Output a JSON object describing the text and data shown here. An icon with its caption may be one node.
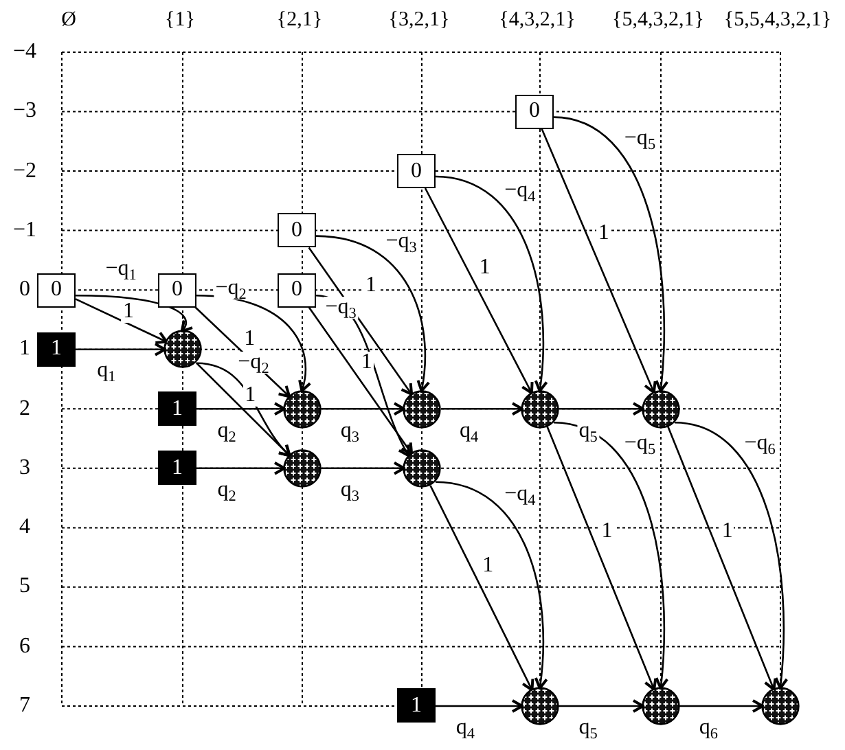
{
  "diagram": {
    "nodes": [
      {
        "text": [
          "0"
        ]
      },
      {
        "text": [
          "0"
        ]
      },
      {
        "text": [
          "0"
        ]
      },
      {
        "text": [
          "0"
        ]
      },
      {
        "text": [
          "0"
        ]
      },
      {
        "text": [
          "0"
        ]
      },
      {
        "text": [
          "1"
        ]
      },
      {
        "text": [],
        "shape": "circle"
      },
      {
        "text": [
          "1"
        ]
      },
      {
        "text": [],
        "shape": "circle"
      },
      {
        "text": [],
        "shape": "circle"
      },
      {
        "text": [],
        "shape": "circle"
      },
      {
        "text": [],
        "shape": "circle"
      },
      {
        "text": [
          "1"
        ]
      },
      {
        "text": [],
        "shape": "circle"
      },
      {
        "text": [],
        "shape": "circle"
      },
      {
        "text": [
          "1"
        ]
      },
      {
        "text": [],
        "shape": "circle"
      },
      {
        "text": [],
        "shape": "circle"
      },
      {
        "text": [],
        "shape": "circle"
      }
    ],
    "edges": [
      {
        "from": 3,
        "to": 7,
        "arrow": "to",
        "label": "1"
      },
      {
        "from": 3,
        "to": 7,
        "arrow": "to",
        "label": "−q$_{1}$"
      },
      {
        "from": 6,
        "to": 7,
        "arrow": "to",
        "label": "q$_{1}$"
      },
      {
        "from": 4,
        "to": 9,
        "arrow": "to",
        "label": "1"
      },
      {
        "from": 4,
        "to": 9,
        "arrow": "to",
        "label": "−q$_{2}$"
      },
      {
        "from": 7,
        "to": 14,
        "arrow": "to",
        "label": "1"
      },
      {
        "from": 7,
        "to": 14,
        "arrow": "to",
        "label": "−q$_{2}$"
      },
      {
        "from": 8,
        "to": 9,
        "arrow": "to",
        "label": "q$_{2}$"
      },
      {
        "from": 13,
        "to": 14,
        "arrow": "to",
        "label": "q$_{2}$"
      },
      {
        "from": 2,
        "to": 10,
        "arrow": "to",
        "label": "1"
      },
      {
        "from": 2,
        "to": 10,
        "arrow": "to",
        "label": "−q$_{3}$"
      },
      {
        "from": 5,
        "to": 15,
        "arrow": "to",
        "label": "1"
      },
      {
        "from": 5,
        "to": 15,
        "arrow": "to",
        "label": "−q$_{3}$"
      },
      {
        "from": 9,
        "to": 10,
        "arrow": "to",
        "label": "q$_{3}$"
      },
      {
        "from": 14,
        "to": 15,
        "arrow": "to",
        "label": "q$_{3}$"
      },
      {
        "from": 1,
        "to": 11,
        "arrow": "to",
        "label": "1"
      },
      {
        "from": 1,
        "to": 11,
        "arrow": "to",
        "label": "−q$_{4}$"
      },
      {
        "from": 10,
        "to": 11,
        "arrow": "to",
        "label": "q$_{4}$"
      },
      {
        "from": 15,
        "to": 17,
        "arrow": "to",
        "label": "1"
      },
      {
        "from": 15,
        "to": 17,
        "arrow": "to",
        "label": "−q$_{4}$"
      },
      {
        "from": 0,
        "to": 12,
        "arrow": "to",
        "label": "1"
      },
      {
        "from": 0,
        "to": 12,
        "arrow": "to",
        "label": "−q$_{5}$"
      },
      {
        "from": 11,
        "to": 12,
        "arrow": "to",
        "label": "q$_{5}$"
      },
      {
        "from": 11,
        "to": 18,
        "arrow": "to",
        "label": "1"
      },
      {
        "from": 11,
        "to": 18,
        "arrow": "to",
        "label": "−q$_{5}$"
      },
      {
        "from": 12,
        "to": 19,
        "arrow": "to",
        "label": "1"
      },
      {
        "from": 12,
        "to": 19,
        "arrow": "to",
        "label": "−q$_{6}$"
      },
      {
        "from": 16,
        "to": 17,
        "arrow": "to",
        "label": "q$_{4}$"
      },
      {
        "from": 17,
        "to": 18,
        "arrow": "to",
        "label": "q$_{5}$"
      },
      {
        "from": 18,
        "to": 19,
        "arrow": "to",
        "label": "q$_{6}$"
      }
    ],
    "labels": [
      "Ø",
      "{1}",
      "{2,1}",
      "{3,2,1}",
      "{4,3,2,1}",
      "{5,4,3,2,1}",
      "{5,5,4,3,2,1}",
      "−4",
      "−3",
      "−2",
      "−1",
      "0",
      "1",
      "2",
      "3",
      "4",
      "5",
      "6",
      "7"
    ]
  }
}
